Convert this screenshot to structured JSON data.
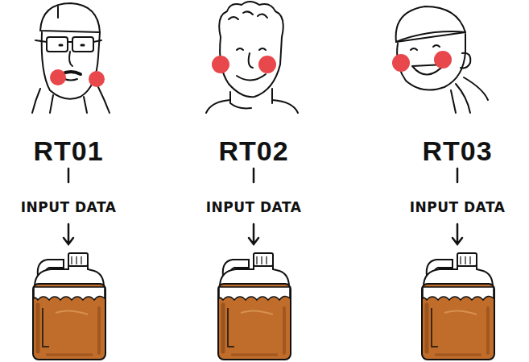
{
  "diagram": {
    "labels": [
      "RT01",
      "INPUT DATA",
      "RT02",
      "INPUT DATA",
      "RT03",
      "INPUT DATA"
    ]
  }
}
